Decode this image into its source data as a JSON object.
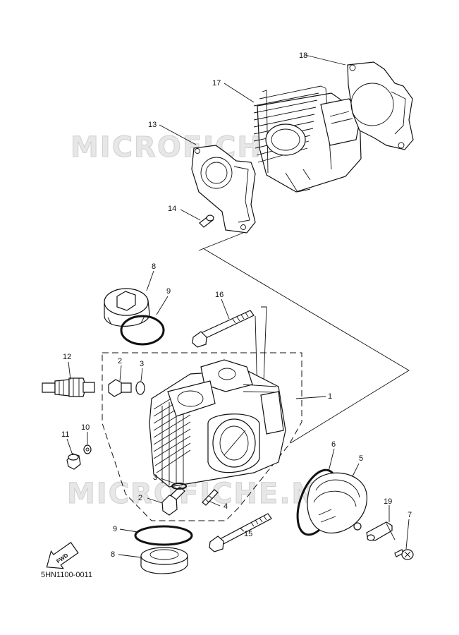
{
  "watermark": "MICROFICHE.NET",
  "diagram_code": "5HN1100-0011",
  "fwd_label": "FWD",
  "callouts": {
    "c1": "1",
    "c2a": "2",
    "c2b": "2",
    "c3a": "3",
    "c3b": "3",
    "c4": "4",
    "c5": "5",
    "c6": "6",
    "c7": "7",
    "c8a": "8",
    "c8b": "8",
    "c9a": "9",
    "c9b": "9",
    "c10": "10",
    "c11": "11",
    "c12": "12",
    "c13": "13",
    "c14": "14",
    "c15": "15",
    "c16": "16",
    "c17": "17",
    "c18": "18",
    "c19": "19"
  }
}
